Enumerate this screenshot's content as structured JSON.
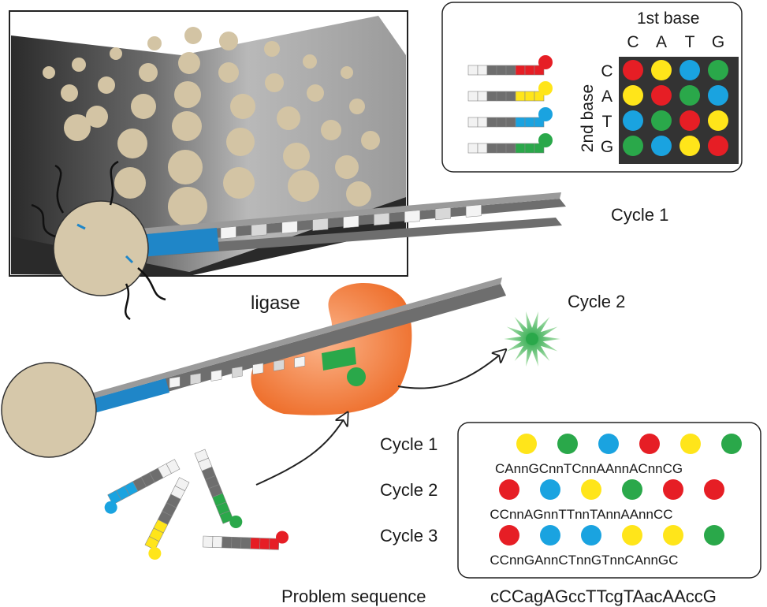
{
  "colors": {
    "C": "#e61e25",
    "A": "#ffe51a",
    "T": "#1aa3e0",
    "G": "#2aa84a",
    "bead": "#d6c8aa",
    "ligase": "#f07a3a",
    "strand": "#6e6e6e",
    "primer": "#1f86c8"
  },
  "matrix": {
    "title_top": "1st base",
    "title_side": "2nd base",
    "cols": [
      "C",
      "A",
      "T",
      "G"
    ],
    "rows": [
      "C",
      "A",
      "T",
      "G"
    ],
    "cells": [
      [
        "C",
        "A",
        "T",
        "G"
      ],
      [
        "A",
        "C",
        "G",
        "T"
      ],
      [
        "T",
        "G",
        "C",
        "A"
      ],
      [
        "G",
        "T",
        "A",
        "C"
      ]
    ]
  },
  "labels": {
    "cycle1": "Cycle 1",
    "cycle2": "Cycle 2",
    "ligase": "ligase"
  },
  "results": {
    "rows": [
      {
        "label": "Cycle 1",
        "dots": [
          "A",
          "G",
          "T",
          "C",
          "A",
          "G"
        ],
        "seq": "CAnnGCnnTCnnAAnnACnnCG"
      },
      {
        "label": "Cycle 2",
        "dots": [
          "C",
          "T",
          "A",
          "G",
          "C",
          "C"
        ],
        "seq": "CCnnAGnnTTnnTAnnAAnnCC"
      },
      {
        "label": "Cycle 3",
        "dots": [
          "C",
          "T",
          "T",
          "A",
          "A",
          "G"
        ],
        "seq": "CCnnGAnnCTnnGTnnCAnnGC"
      }
    ]
  },
  "problem": {
    "label": "Problem sequence",
    "seq": "cCCagAGccTTcgTAacAAccG"
  }
}
